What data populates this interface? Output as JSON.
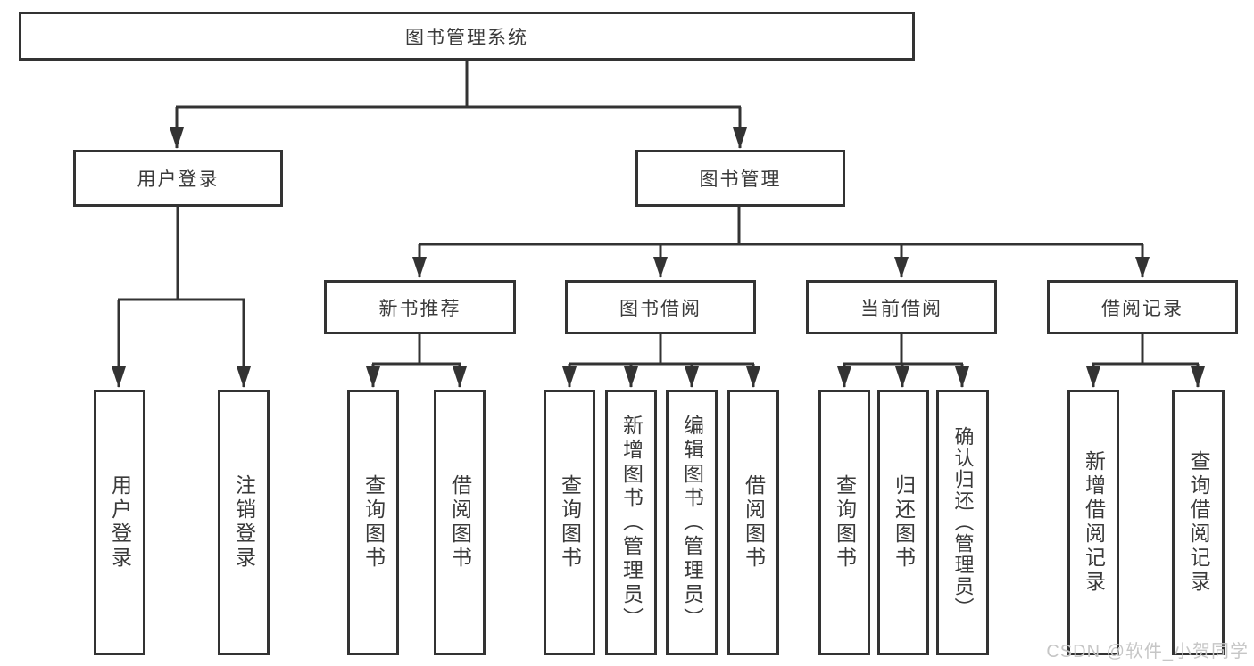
{
  "diagram": {
    "type": "tree",
    "title": "图书管理系统",
    "nodes": {
      "root": "图书管理系统",
      "user_login": "用户登录",
      "book_mgmt": "图书管理",
      "new_book_rec": "新书推荐",
      "book_borrow": "图书借阅",
      "current_borrow": "当前借阅",
      "borrow_record": "借阅记录",
      "leaf_user_login": "用户登录",
      "leaf_logout": "注销登录",
      "leaf_query_book_1": "查询图书",
      "leaf_borrow_book_1": "借阅图书",
      "leaf_query_book_2": "查询图书",
      "leaf_add_book": "新增图书（管理员）",
      "leaf_edit_book": "编辑图书（管理员）",
      "leaf_borrow_book_2": "借阅图书",
      "leaf_query_book_3": "查询图书",
      "leaf_return_book": "归还图书",
      "leaf_confirm_return": "确认归还（管理员）",
      "leaf_add_record": "新增借阅记录",
      "leaf_query_record": "查询借阅记录"
    },
    "hierarchy": [
      {
        "parent": "图书管理系统",
        "children": [
          "用户登录",
          "图书管理"
        ]
      },
      {
        "parent": "用户登录",
        "children": [
          "用户登录",
          "注销登录"
        ]
      },
      {
        "parent": "图书管理",
        "children": [
          "新书推荐",
          "图书借阅",
          "当前借阅",
          "借阅记录"
        ]
      },
      {
        "parent": "新书推荐",
        "children": [
          "查询图书",
          "借阅图书"
        ]
      },
      {
        "parent": "图书借阅",
        "children": [
          "查询图书",
          "新增图书（管理员）",
          "编辑图书（管理员）",
          "借阅图书"
        ]
      },
      {
        "parent": "当前借阅",
        "children": [
          "查询图书",
          "归还图书",
          "确认归还（管理员）"
        ]
      },
      {
        "parent": "借阅记录",
        "children": [
          "新增借阅记录",
          "查询借阅记录"
        ]
      }
    ]
  },
  "watermark": "CSDN @软件_小贺同学",
  "colors": {
    "line": "#333333",
    "box_border": "#333333",
    "text": "#3a3a3a",
    "watermark": "#c6c6c6",
    "background": "#ffffff"
  }
}
